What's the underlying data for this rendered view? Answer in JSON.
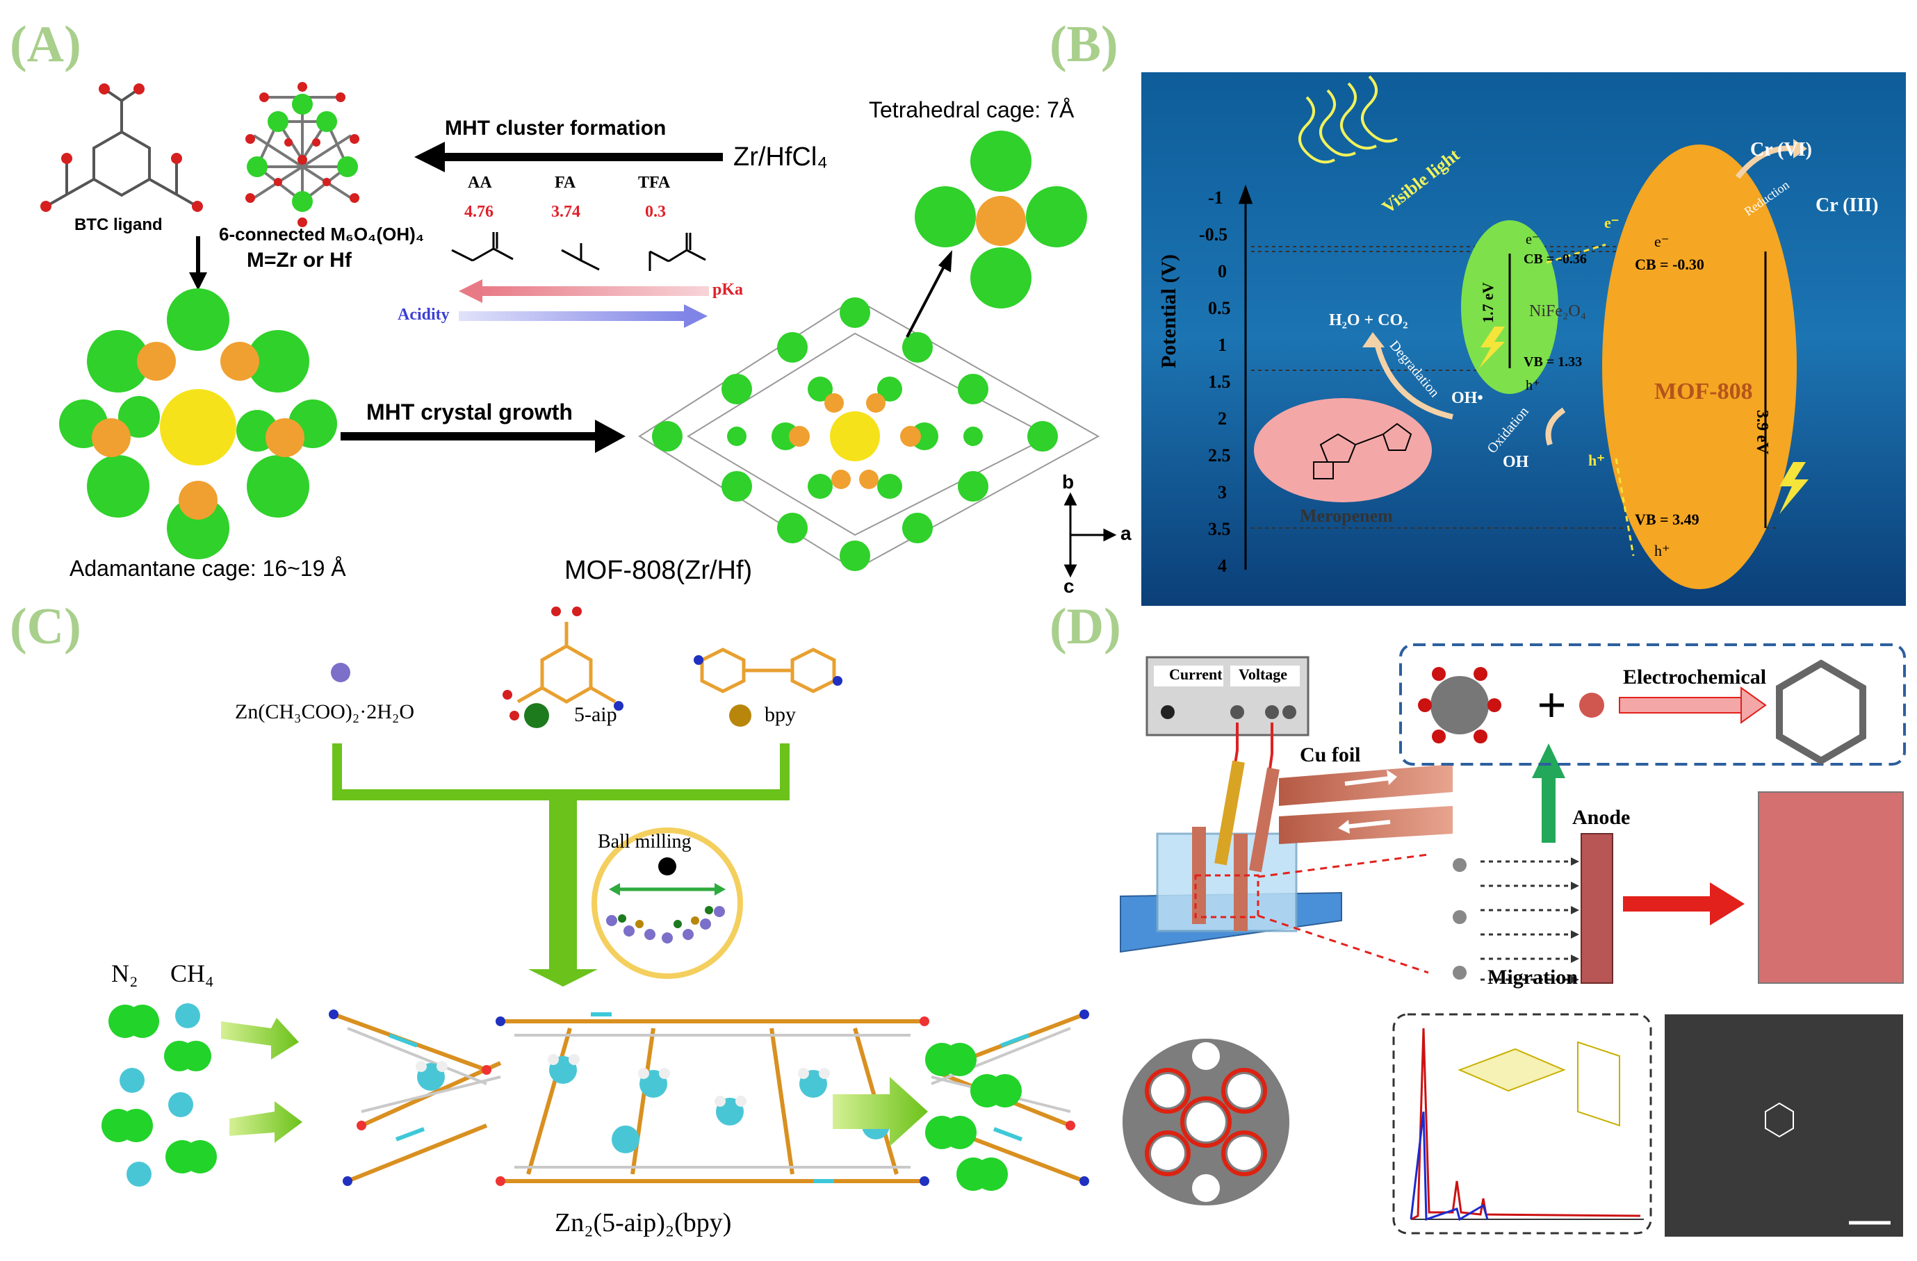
{
  "panels": {
    "a": {
      "label": "(A)",
      "btc_ligand": "BTC ligand",
      "cluster_caption_1": "6-connected M₆O₄(OH)₄",
      "cluster_caption_2": "M=Zr or Hf",
      "arrow_cluster": "MHT cluster formation",
      "precursor": "Zr/HfCl₄",
      "acids": [
        {
          "name": "AA",
          "pka": "4.76"
        },
        {
          "name": "FA",
          "pka": "3.74"
        },
        {
          "name": "TFA",
          "pka": "0.3"
        }
      ],
      "pka_label": "pKa",
      "acidity_label": "Acidity",
      "tetra_cage": "Tetrahedral cage: 7Å",
      "arrow_growth": "MHT crystal growth",
      "adamantane_cage": "Adamantane cage: 16~19 Å",
      "mof_name": "MOF-808(Zr/Hf)",
      "axis_b": "b",
      "axis_a": "a",
      "axis_c": "c",
      "colors": {
        "green": "#2fd12a",
        "orange": "#f0a030",
        "yellow": "#f6e21a",
        "red_arrow": "#e87a86",
        "blue_arrow": "#7f84e6"
      }
    },
    "b": {
      "label": "(B)",
      "visible_light": "Visible light",
      "y_axis_label": "Potential (V)",
      "y_ticks": [
        "-1",
        "-0.5",
        "0",
        "0.5",
        "1",
        "1.5",
        "2",
        "2.5",
        "3",
        "3.5",
        "4"
      ],
      "nife_name": "NiFe₂O₄",
      "nife_gap": "1.7 eV",
      "nife_cb": "CB = -0.36",
      "nife_vb": "VB = 1.33",
      "mof_name": "MOF-808",
      "mof_gap": "3.9 eV",
      "mof_cb": "CB = -0.30",
      "mof_vb": "VB = 3.49",
      "electron": "e⁻",
      "hole": "h⁺",
      "cr6": "Cr (VI)",
      "cr3": "Cr (III)",
      "reduction": "Reduction",
      "products": "H₂O + CO₂",
      "degradation": "Degradation",
      "oh_radical": "OH•",
      "oxidation": "Oxidation",
      "oh": "OH",
      "meropenem": "Meropenem",
      "e_label": "e⁻",
      "h_label": "h⁺",
      "colors": {
        "water": "#1a6fb0",
        "green": "#7ee04a",
        "orange": "#f5a623",
        "pink": "#f4a7a7"
      }
    },
    "c": {
      "label": "(C)",
      "zinc_salt": "Zn(CH₃COO)₂·2H₂O",
      "aip": "5-aip",
      "bpy": "bpy",
      "ball_milling": "Ball milling",
      "n2": "N₂",
      "ch4": "CH₄",
      "product": "Zn₂(5-aip)₂(bpy)",
      "colors": {
        "green": "#6ac21b",
        "gas": "#22d32a",
        "ring": "#f4cf5e"
      }
    },
    "d": {
      "label": "(D)",
      "current": "Current",
      "voltage": "Voltage",
      "cu_foil": "Cu foil",
      "electrochemical": "Electrochemical",
      "anode": "Anode",
      "migration": "Migration",
      "colors": {
        "dashed_box": "#2c5f9e",
        "copper": "#c8705a",
        "green_arrow": "#23a85a",
        "red_arrow": "#e2211c"
      }
    }
  }
}
